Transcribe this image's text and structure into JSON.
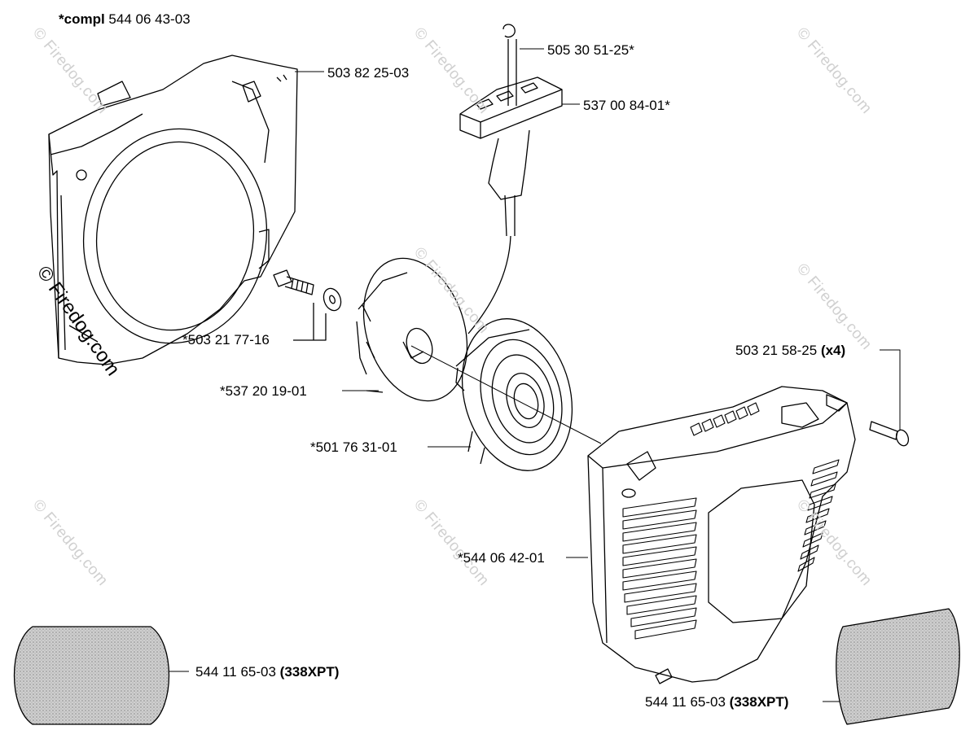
{
  "assembly": {
    "prefix": "*compl",
    "part_number": "544 06 43-03"
  },
  "parts": [
    {
      "id": "fan-housing",
      "label": "503 82 25-03",
      "note": ""
    },
    {
      "id": "cord",
      "label": "505 30 51-25*",
      "note": ""
    },
    {
      "id": "handle",
      "label": "537 00 84-01*",
      "note": ""
    },
    {
      "id": "bolt-washer",
      "label": "*503 21 77-16",
      "note": ""
    },
    {
      "id": "spring-pulley",
      "label": "*537 20 19-01",
      "note": ""
    },
    {
      "id": "rope-pulley",
      "label": "*501 76 31-01",
      "note": ""
    },
    {
      "id": "starter-screw",
      "label": "503 21 58-25",
      "note": "(x4)"
    },
    {
      "id": "starter-cover",
      "label": "*544 06 42-01",
      "note": ""
    },
    {
      "id": "decal-left",
      "label": "544 11 65-03",
      "note": "(338XPT)"
    },
    {
      "id": "decal-right",
      "label": "544 11 65-03",
      "note": "(338XPT)"
    }
  ],
  "watermark": {
    "text": "© Firedog.com"
  },
  "colors": {
    "line": "#000000",
    "decal_fill": "#bdbdbd",
    "watermark": "#d0d0d0"
  }
}
